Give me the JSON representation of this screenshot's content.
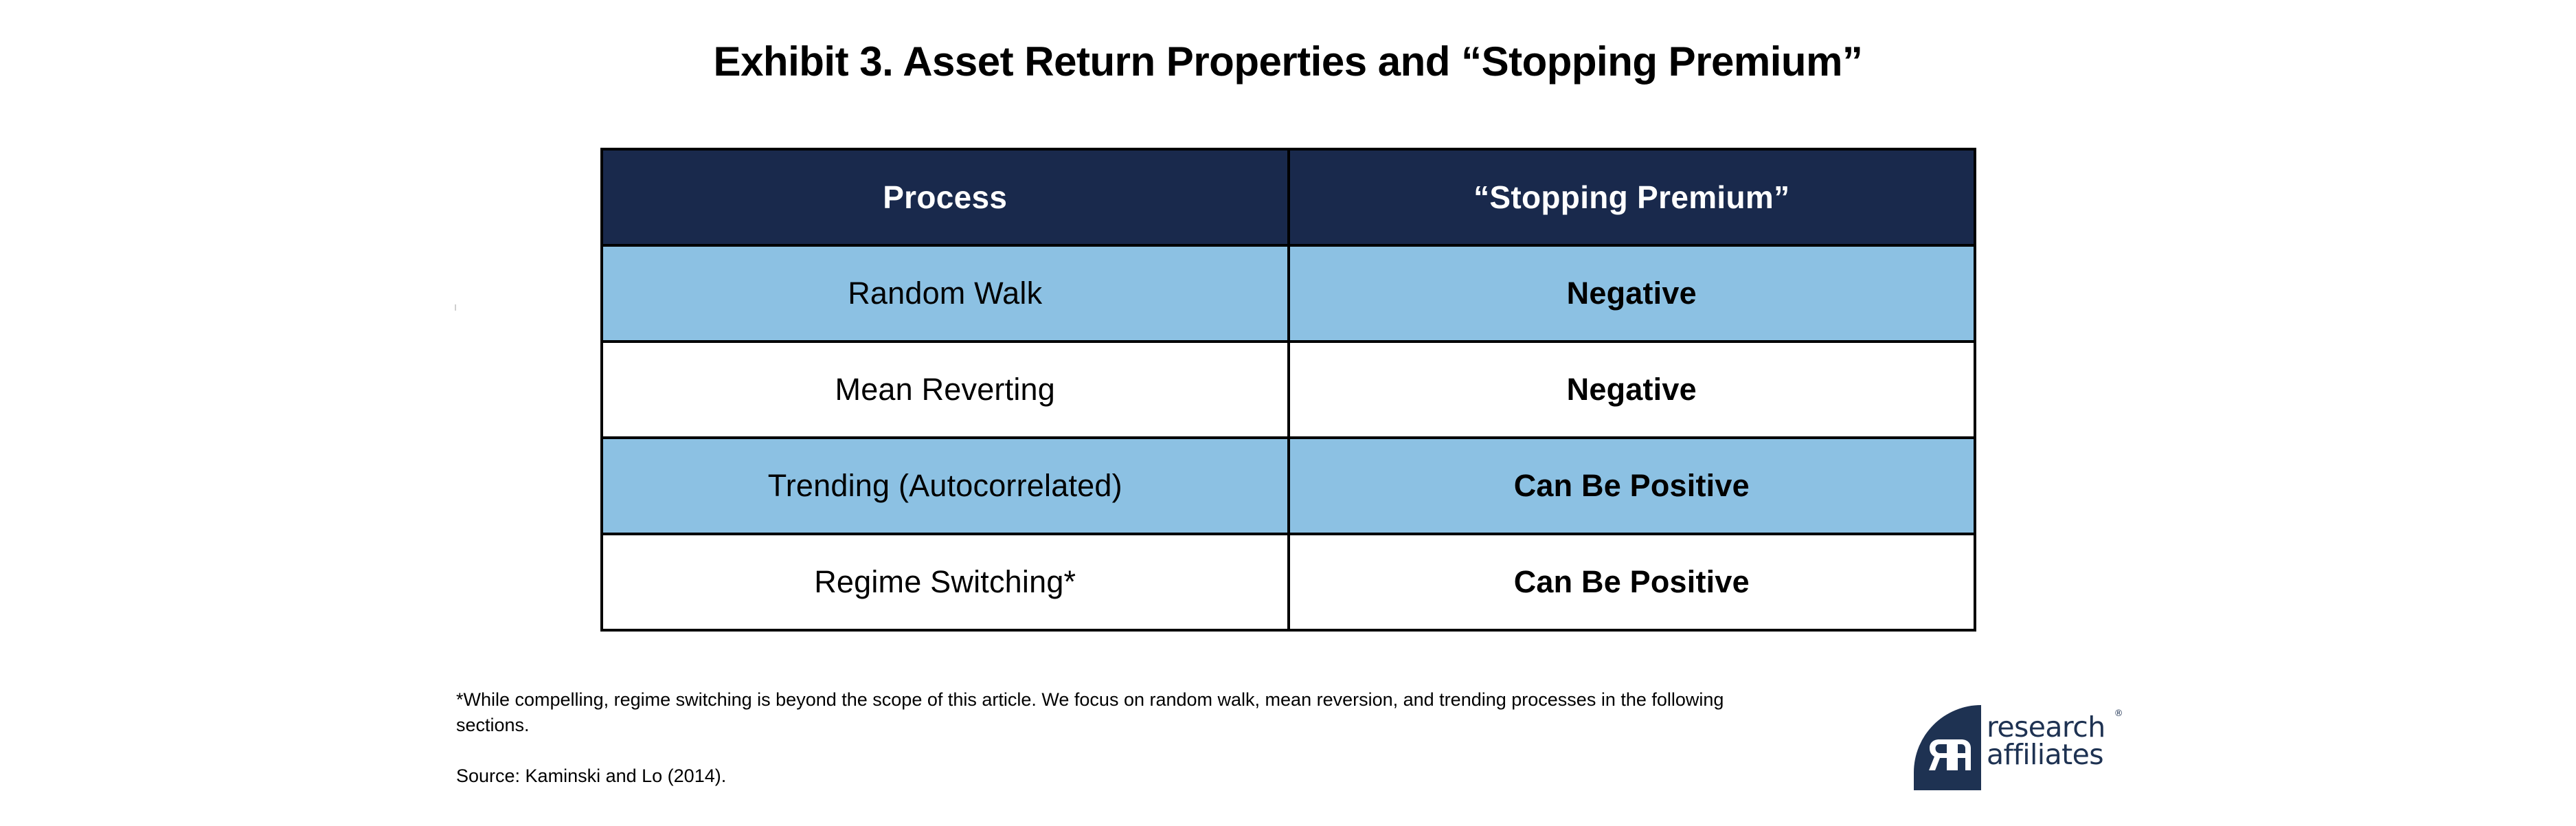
{
  "title": "Exhibit 3. Asset Return Properties and “Stopping Premium”",
  "table": {
    "columns": [
      "Process",
      "“Stopping Premium”"
    ],
    "rows": [
      {
        "process": "Random Walk",
        "premium": "Negative",
        "shaded": true
      },
      {
        "process": "Mean Reverting",
        "premium": "Negative",
        "shaded": false
      },
      {
        "process": "Trending (Autocorrelated)",
        "premium": "Can Be Positive",
        "shaded": true
      },
      {
        "process": "Regime Switching*",
        "premium": "Can Be Positive",
        "shaded": false
      }
    ]
  },
  "footnotes": {
    "note": "*While compelling, regime switching is beyond the scope of this article. We focus on random walk, mean reversion, and trending processes in the following sections.",
    "source": "Source: Kaminski and Lo (2014)."
  },
  "logo": {
    "monogram": "ra-monogram-icon",
    "line1": "research",
    "line2": "affiliates",
    "registered": "®"
  },
  "colors": {
    "header_navy": "#19294c",
    "row_light_blue": "#8cc1e3",
    "row_white": "#ffffff",
    "border_black": "#000000",
    "logo_navy": "#1e3252"
  }
}
